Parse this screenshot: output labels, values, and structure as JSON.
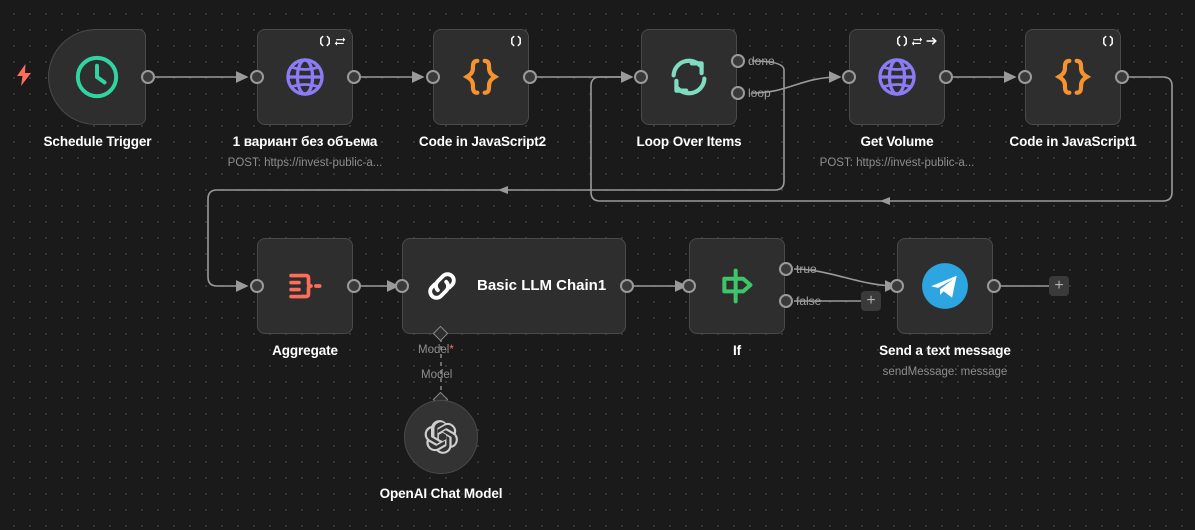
{
  "canvas": {
    "background_color": "#1a1a1a",
    "grid_dot_color": "#3a3a3a",
    "wire_color": "#9a9a9a"
  },
  "nodes": [
    {
      "id": "schedule-trigger",
      "label": "Schedule Trigger",
      "subtitle": "",
      "icon": "clock-icon",
      "icon_color": "#2fd4a0",
      "type": "trigger"
    },
    {
      "id": "http-variant-no-volume",
      "label": "1 вариант без объема",
      "subtitle": "POST: https://invest-public-a...",
      "icon": "globe-icon",
      "icon_color": "#8b7cf6",
      "header_icons": [
        "execute-once-icon",
        "retry-icon"
      ]
    },
    {
      "id": "code-in-javascript-2",
      "label": "Code in JavaScript2",
      "subtitle": "",
      "icon": "code-braces-icon",
      "icon_color": "#f59331",
      "header_icons": [
        "execute-once-icon"
      ]
    },
    {
      "id": "loop-over-items",
      "label": "Loop Over Items",
      "subtitle": "",
      "icon": "loop-refresh-icon",
      "icon_color": "#7fdcc0",
      "outputs": [
        "done",
        "loop"
      ]
    },
    {
      "id": "get-volume",
      "label": "Get Volume",
      "subtitle": "POST: https://invest-public-a...",
      "icon": "globe-icon",
      "icon_color": "#8b7cf6",
      "header_icons": [
        "execute-once-icon",
        "retry-icon",
        "arrow-right-icon"
      ]
    },
    {
      "id": "code-in-javascript-1",
      "label": "Code in JavaScript1",
      "subtitle": "",
      "icon": "code-braces-icon",
      "icon_color": "#f59331",
      "header_icons": [
        "execute-once-icon"
      ]
    },
    {
      "id": "aggregate",
      "label": "Aggregate",
      "subtitle": "",
      "icon": "aggregate-merge-icon",
      "icon_color": "#ff6d5a"
    },
    {
      "id": "basic-llm-chain-1",
      "label": "Basic LLM Chain1",
      "inline_title": "Basic LLM\nChain1",
      "subtitle": "",
      "icon": "chain-link-icon",
      "icon_color": "#ffffff"
    },
    {
      "id": "if",
      "label": "If",
      "subtitle": "",
      "icon": "signpost-icon",
      "icon_color": "#3fc46a",
      "outputs": [
        "true",
        "false"
      ]
    },
    {
      "id": "send-a-text-message",
      "label": "Send a text message",
      "subtitle": "sendMessage: message",
      "icon": "telegram-icon",
      "icon_color": "#2ca5e0"
    },
    {
      "id": "openai-chat-model",
      "label": "OpenAI Chat Model",
      "subtitle": "",
      "icon": "openai-icon",
      "icon_color": "#cfcfcf",
      "type": "sub-node"
    }
  ],
  "connection_labels": {
    "loop_done": "done",
    "loop_loop": "loop",
    "if_true": "true",
    "if_false": "false",
    "model_required": "Model",
    "model_required_star": "*",
    "model_sub": "Model"
  },
  "buttons": {
    "add_plus": "+"
  }
}
